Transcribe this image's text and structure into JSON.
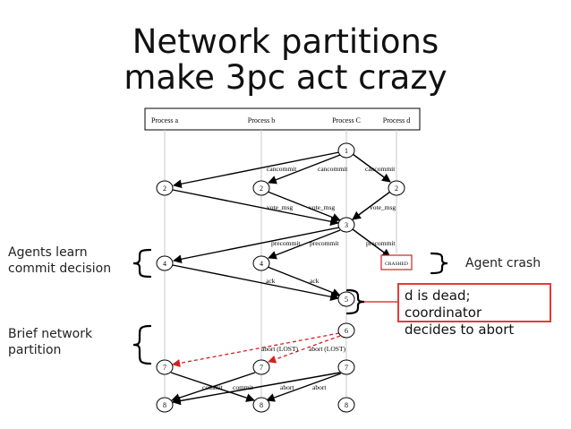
{
  "title": {
    "line1": "Network partitions",
    "line2": "make 3pc act crazy"
  },
  "header": {
    "processes": [
      "Process a",
      "Process b",
      "Process C",
      "Process d"
    ]
  },
  "nodes": {
    "n1": "1",
    "a2": "2",
    "b2": "2",
    "d2": "2",
    "n3": "3",
    "a4": "4",
    "b4": "4",
    "crashed": "CRASHED",
    "n5": "5",
    "n6": "6",
    "a7": "7",
    "b7": "7",
    "c7": "7",
    "a8": "8",
    "b8": "8",
    "c8": "8"
  },
  "messages": {
    "cancommit1": "cancommit",
    "cancommit2": "cancommit",
    "cancommit3": "cancommit",
    "vote1": "vote_msg",
    "vote2": "vote_msg",
    "vote3": "vote_msg",
    "precommit1": "precommit",
    "precommit2": "precommit",
    "precommit3": "precommit",
    "ack1": "ack",
    "ack2": "ack",
    "abortlost1": "abort (LOST)",
    "abortlost2": "abort (LOST)",
    "commit1": "commit",
    "commit2": "commit",
    "abort1": "abort",
    "abort2": "abort"
  },
  "annotations": {
    "agents_learn_1": "Agents learn",
    "agents_learn_2": "commit decision",
    "brief_1": "Brief network",
    "brief_2": "partition",
    "agent_crash": "Agent crash",
    "dead_1": "d is dead; coordinator",
    "dead_2": "decides to abort"
  },
  "colors": {
    "lost_message": "#d42020",
    "callout_border": "#e43a3a"
  }
}
